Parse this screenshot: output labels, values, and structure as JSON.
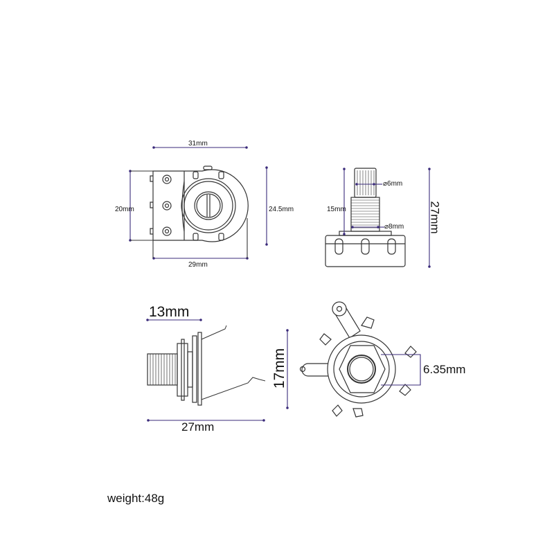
{
  "colors": {
    "dimension_line": "#3a2a7a",
    "drawing": "#333333"
  },
  "pot_front": {
    "width_top": "31mm",
    "height_left": "20mm",
    "height_right": "24.5mm",
    "width_bottom": "29mm"
  },
  "pot_side": {
    "shaft_length": "15mm",
    "shaft_diameter": "⌀6mm",
    "bushing_diameter": "⌀8mm",
    "total_height": "27mm"
  },
  "jack_side": {
    "thread_length": "13mm",
    "total_length": "27mm",
    "height": "17mm"
  },
  "jack_front": {
    "hole_diameter": "6.35mm"
  },
  "weight": "weight:48g"
}
